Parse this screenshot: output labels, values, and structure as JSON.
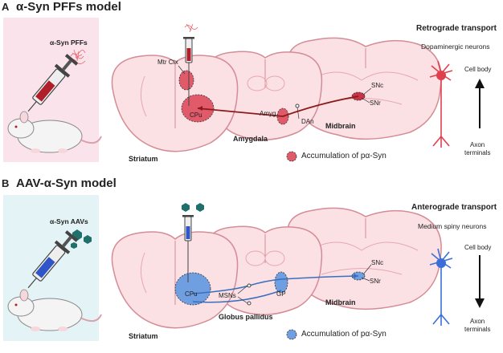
{
  "panel_a": {
    "letter": "A",
    "title": "α-Syn PFFs model",
    "inject_label": "α-Syn PFFs",
    "regions": {
      "mtr_ctx": "Mtr Ctx",
      "cpu": "CPu",
      "amyg": "Amyg",
      "dan": "DAn",
      "snc": "SNc",
      "snr": "SNr",
      "striatum": "Striatum",
      "amygdala": "Amygdala",
      "midbrain": "Midbrain"
    },
    "legend": "Accumulation of pα-Syn",
    "transport": {
      "title": "Retrograde transport",
      "subtitle": "Dopaminergic neurons",
      "cell_body": "Cell body",
      "axon_line1": "Axon",
      "axon_line2": "terminals"
    },
    "colors": {
      "background": "#fbe3ec",
      "accent": "#e05a6a",
      "neuron": "#e0404e",
      "line": "#8b1a1a"
    }
  },
  "panel_b": {
    "letter": "B",
    "title": "AAV-α-Syn model",
    "inject_label": "α-Syn AAVs",
    "regions": {
      "cpu": "CPu",
      "msns": "MSNs",
      "gp": "GP",
      "snc": "SNc",
      "snr": "SNr",
      "striatum": "Striatum",
      "globus_pallidus": "Globus pallidus",
      "midbrain": "Midbrain"
    },
    "legend": "Accumulation of pα-Syn",
    "transport": {
      "title": "Anterograde transport",
      "subtitle": "Medium spiny neurons",
      "cell_body": "Cell body",
      "axon_line1": "Axon",
      "axon_line2": "terminals"
    },
    "colors": {
      "background": "#e4f3f5",
      "accent": "#6f9fe0",
      "neuron": "#3b6fd8",
      "line": "#3a6fbf"
    }
  }
}
